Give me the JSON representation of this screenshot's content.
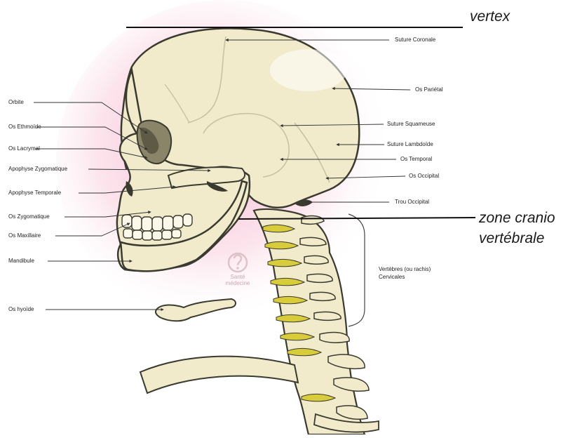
{
  "labels": {
    "vertex": "vertex",
    "zone_cranio_1": "zone cranio",
    "zone_cranio_2": "vertébrale",
    "suture_coronale": "Suture Coronale",
    "os_parietal": "Os Pariétal",
    "suture_squameuse": "Suture Squameuse",
    "suture_lambdoide": "Suture Lambdoïde",
    "os_temporal": "Os Temporal",
    "os_occipital": "Os Occipital",
    "trou_occipital": "Trou Occipital",
    "vertebres_1": "Vertèbres (ou rachis)",
    "vertebres_2": "Cervicales",
    "orbite": "Orbite",
    "os_ethmoide": "Os Ethmoïde",
    "os_lacrymal": "Os Lacrymal",
    "apophyse_zygomatique": "Apophyse Zygomatique",
    "apophyse_temporale": "Apophyse Temporale",
    "os_zygomatique": "Os Zygomatique",
    "os_maxillaire": "Os Maxillaire",
    "mandibule": "Mandibule",
    "os_hyoide": "Os hyoïde"
  },
  "watermark": {
    "line1": "Santé",
    "line2": "médecine"
  },
  "colors": {
    "bone": "#f1ebcb",
    "bone_outline": "#3a3a30",
    "suture": "#c9c2a0",
    "disc": "#d8cc3a",
    "glow": "#f4b8cf",
    "leader": "#333333"
  }
}
